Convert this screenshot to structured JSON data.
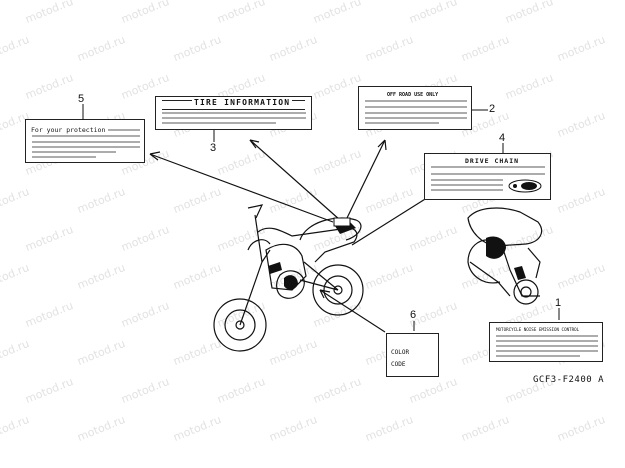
{
  "watermark": "motod.ru",
  "callouts": {
    "c1": "1",
    "c2": "2",
    "c3": "3",
    "c4": "4",
    "c5": "5",
    "c6": "6"
  },
  "labels": {
    "protection": "For your protection",
    "tire_info": "TIRE INFORMATION",
    "off_road": "OFF ROAD USE ONLY",
    "drive_chain": "DRIVE CHAIN",
    "emission": "MOTORCYCLE NOISE EMISSION CONTROL",
    "color_code_line1": "COLOR",
    "color_code_line2": "CODE"
  },
  "part_code": "GCF3-F2400 A"
}
